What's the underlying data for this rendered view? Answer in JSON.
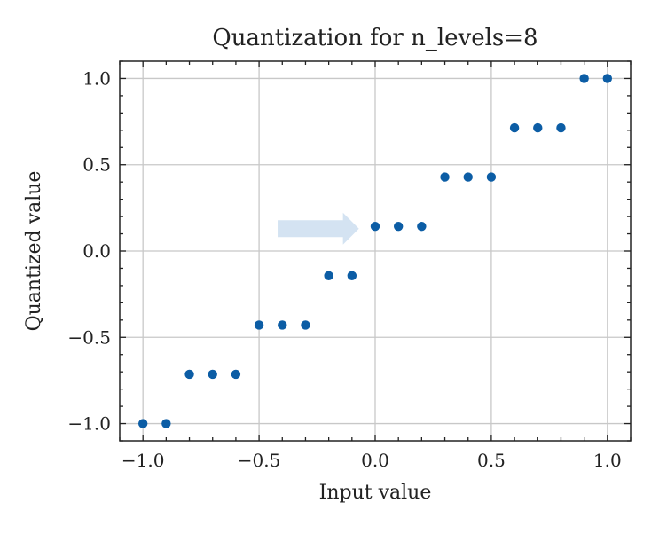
{
  "chart_data": {
    "type": "scatter",
    "title": "Quantization for n_levels=8",
    "xlabel": "Input value",
    "ylabel": "Quantized value",
    "xlim": [
      -1.1,
      1.1
    ],
    "ylim": [
      -1.1,
      1.1
    ],
    "grid": true,
    "xticks": [
      -1.0,
      -0.5,
      0.0,
      0.5,
      1.0
    ],
    "yticks": [
      -1.0,
      -0.5,
      0.0,
      0.5,
      1.0
    ],
    "xtick_labels": [
      "−1.0",
      "−0.5",
      "0.0",
      "0.5",
      "1.0"
    ],
    "ytick_labels": [
      "−1.0",
      "−0.5",
      "0.0",
      "0.5",
      "1.0"
    ],
    "minor_tick_step": 0.1,
    "marker_color": "#0c5da5",
    "x": [
      -1.0,
      -0.9,
      -0.8,
      -0.7,
      -0.6,
      -0.5,
      -0.4,
      -0.3,
      -0.2,
      -0.1,
      0.0,
      0.1,
      0.2,
      0.3,
      0.4,
      0.5,
      0.6,
      0.7,
      0.8,
      0.9,
      1.0
    ],
    "y": [
      -1.0,
      -1.0,
      -0.714,
      -0.714,
      -0.714,
      -0.429,
      -0.429,
      -0.429,
      -0.143,
      -0.143,
      0.143,
      0.143,
      0.143,
      0.429,
      0.429,
      0.429,
      0.714,
      0.714,
      0.714,
      1.0,
      1.0
    ],
    "annotation": {
      "type": "arrow",
      "from": [
        -0.42,
        0.13
      ],
      "to": [
        -0.07,
        0.13
      ],
      "color": "#d4e3f2"
    }
  }
}
